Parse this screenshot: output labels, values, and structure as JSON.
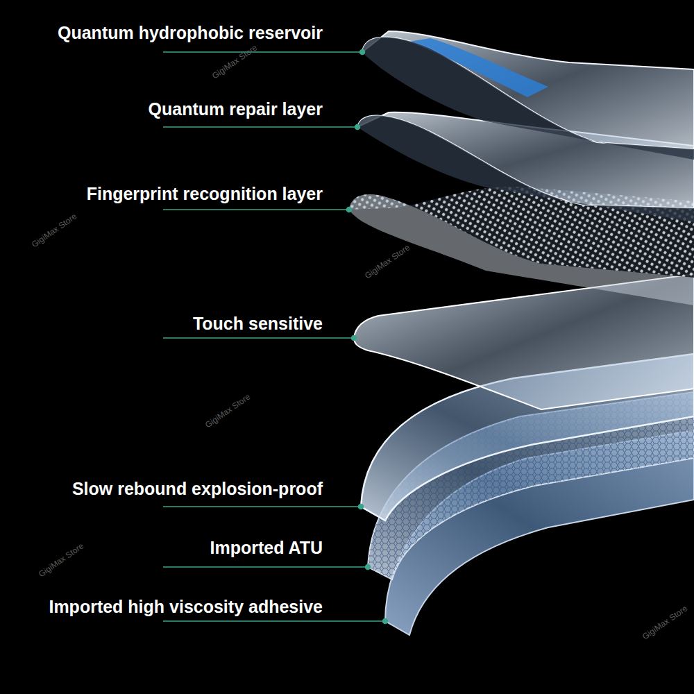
{
  "diagram": {
    "labels": [
      "Quantum hydrophobic reservoir",
      "Quantum repair layer",
      "Fingerprint recognition layer",
      "Touch sensitive",
      "Slow rebound explosion-proof",
      "Imported ATU",
      "Imported high viscosity adhesive",
      "GigiMax Store",
      "GigiMax Store",
      "GigiMax Store",
      "GigiMax Store",
      "GigiMax Store",
      "GigiMax Store"
    ]
  }
}
